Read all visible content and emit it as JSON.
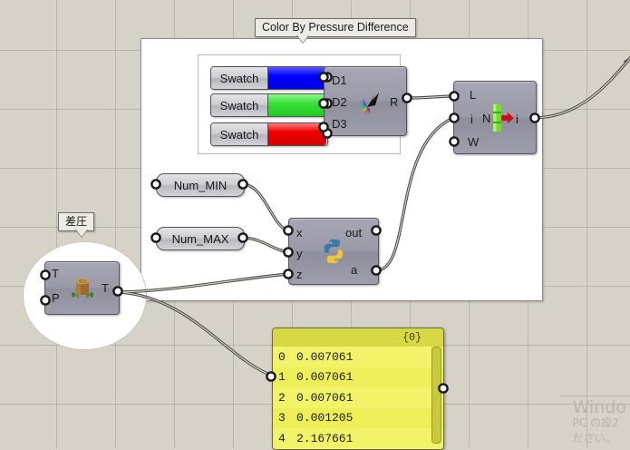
{
  "app": {
    "canvas_background": "#d6d2c8",
    "grid_color": "#78766e"
  },
  "groups": [
    {
      "title": "Color By Pressure Difference"
    },
    {
      "title": "差圧"
    }
  ],
  "swatches": [
    {
      "label": "Swatch",
      "color": "#0000ff",
      "out_pin": "D1"
    },
    {
      "label": "Swatch",
      "color": "#3ce03c",
      "out_pin": "D2"
    },
    {
      "label": "Swatch",
      "color": "#ee0000",
      "out_pin": "D3"
    }
  ],
  "gradient_node": {
    "name": "gradient",
    "inputs": [
      "D1",
      "D2",
      "D3"
    ],
    "outputs": [
      "R"
    ],
    "icon": "gradient-icon"
  },
  "mesh_node": {
    "name": "custom-preview",
    "inputs": [
      "L",
      "i",
      "W"
    ],
    "outputs": [
      "i"
    ],
    "center_label": "N",
    "icon": "arrow-icon"
  },
  "sliders": [
    {
      "label": "Num_MIN"
    },
    {
      "label": "Num_MAX"
    }
  ],
  "python_node": {
    "inputs": [
      "x",
      "y",
      "z"
    ],
    "outputs": [
      "out",
      "a"
    ],
    "icon": "python-icon"
  },
  "pressure_node": {
    "inputs": [
      "T",
      "P"
    ],
    "outputs": [
      "T"
    ],
    "icon": "tree-stump-icon"
  },
  "data_panel": {
    "header": "{0}",
    "rows": [
      {
        "index": "0",
        "value": "0.007061"
      },
      {
        "index": "1",
        "value": "0.007061"
      },
      {
        "index": "2",
        "value": "0.007061"
      },
      {
        "index": "3",
        "value": "0.001205"
      },
      {
        "index": "4",
        "value": "2.167661"
      }
    ]
  },
  "watermark": {
    "line1": "Windo",
    "line2": "PC の設2",
    "line3": "ださい。"
  }
}
